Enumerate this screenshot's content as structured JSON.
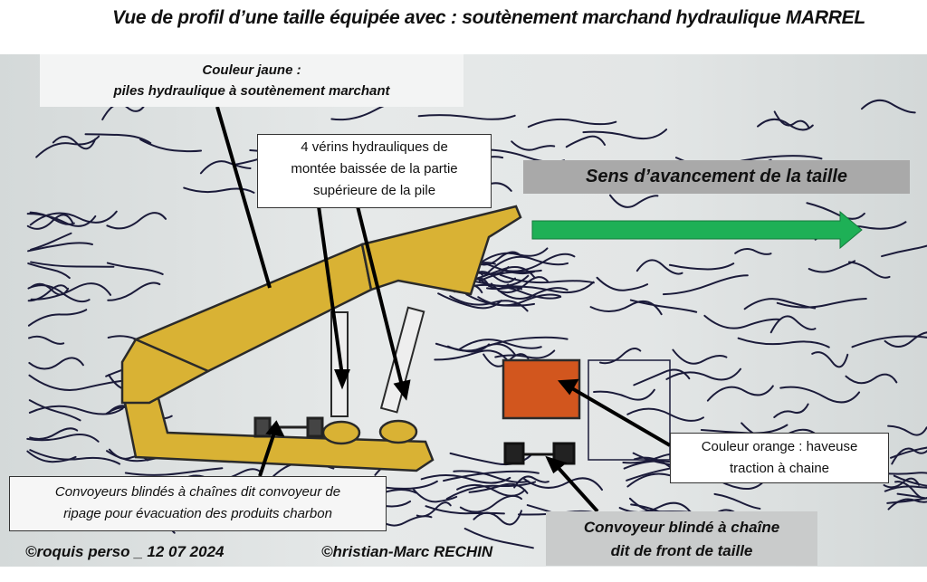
{
  "title": "Vue de profil d’une taille équipée avec : soutènement marchand hydraulique MARREL",
  "labels": {
    "yellow": {
      "line1": "Couleur jaune :",
      "line2": "piles hydraulique à soutènement marchant"
    },
    "jacks": {
      "line1": "4 vérins hydrauliques de",
      "line2": "montée baissée de la partie",
      "line3": "supérieure de la pile"
    },
    "direction": "Sens d’avancement de la taille",
    "orange": {
      "line1": "Couleur orange : haveuse",
      "line2": "traction à chaine"
    },
    "conveyor_ripage": {
      "line1": "Convoyeurs blindés à chaînes dit convoyeur de",
      "line2": "ripage pour évacuation des produits charbon"
    },
    "conveyor_front": {
      "line1": "Convoyeur blindé à chaîne",
      "line2": "dit de front de taille"
    }
  },
  "footer": {
    "sketch": "©roquis perso _ 12 07 2024",
    "author": "©hristian-Marc RECHIN"
  },
  "colors": {
    "yellow": "#d9b234",
    "orange": "#d2561e",
    "arrow": "#1eb056",
    "ink": "#1b1b3a"
  }
}
